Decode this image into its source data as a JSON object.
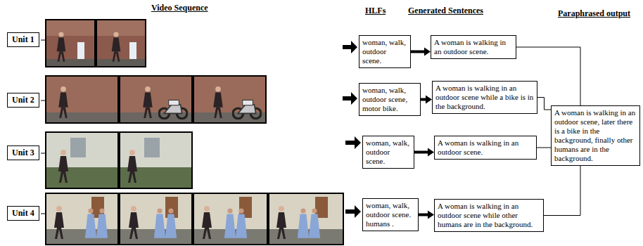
{
  "diagram": {
    "nodes": [
      {
        "text": [
          "Unit 1"
        ]
      },
      {
        "text": [
          "Unit 2"
        ]
      },
      {
        "text": [
          "Unit 3"
        ]
      },
      {
        "text": [
          "Unit 4"
        ]
      },
      {
        "text": [
          "woman, walk, outdoor scene."
        ]
      },
      {
        "text": [
          "woman, walk, outdoor scene, motor bike."
        ]
      },
      {
        "text": [
          "woman, walk, outdoor scene."
        ]
      },
      {
        "text": [
          "woman, walk, outdoor scene. humans ."
        ]
      },
      {
        "text": [
          "A woman is walking in an outdoor scene."
        ]
      },
      {
        "text": [
          "A woman is walking in an outdoor scene while a bike is in the background."
        ]
      },
      {
        "text": [
          "A woman is walking in an outdoor scene."
        ]
      },
      {
        "text": [
          "A woman is walking in an outdoor scene while other humans are in the background."
        ]
      },
      {
        "text": [
          "A woman is walking in an outdoor scene, later there is a bike in the background, finally other humans are in the background."
        ]
      }
    ],
    "edges": [
      {
        "from": 4,
        "to": 8,
        "arrow": "to"
      },
      {
        "from": 5,
        "to": 9,
        "arrow": "to"
      },
      {
        "from": 6,
        "to": 10,
        "arrow": "to"
      },
      {
        "from": 7,
        "to": 11,
        "arrow": "to"
      },
      {
        "from": 8,
        "to": 12,
        "arrow": "none"
      },
      {
        "from": 9,
        "to": 12,
        "arrow": "none"
      },
      {
        "from": 10,
        "to": 12,
        "arrow": "none"
      },
      {
        "from": 11,
        "to": 12,
        "arrow": "none"
      }
    ],
    "labels": [
      "Video Sequence",
      "HLFs",
      "Generated Sentences",
      "Paraphrased output"
    ]
  }
}
